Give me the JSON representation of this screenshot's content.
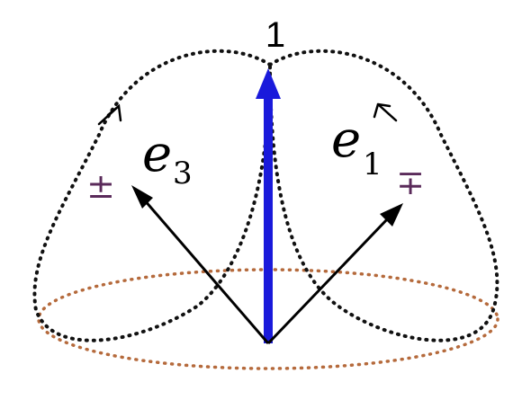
{
  "diagram": {
    "top_label": "1",
    "left_vector": {
      "base": "e",
      "sub": "3",
      "sign": "±"
    },
    "right_vector": {
      "base": "e",
      "sub": "1",
      "sign": "∓"
    },
    "colors": {
      "vertical_arrow": "#1a1adb",
      "vectors": "#000000",
      "meridian_dots": "#111111",
      "equator_dots": "#b56a3c",
      "sign_text": "#5a2a5a"
    }
  }
}
